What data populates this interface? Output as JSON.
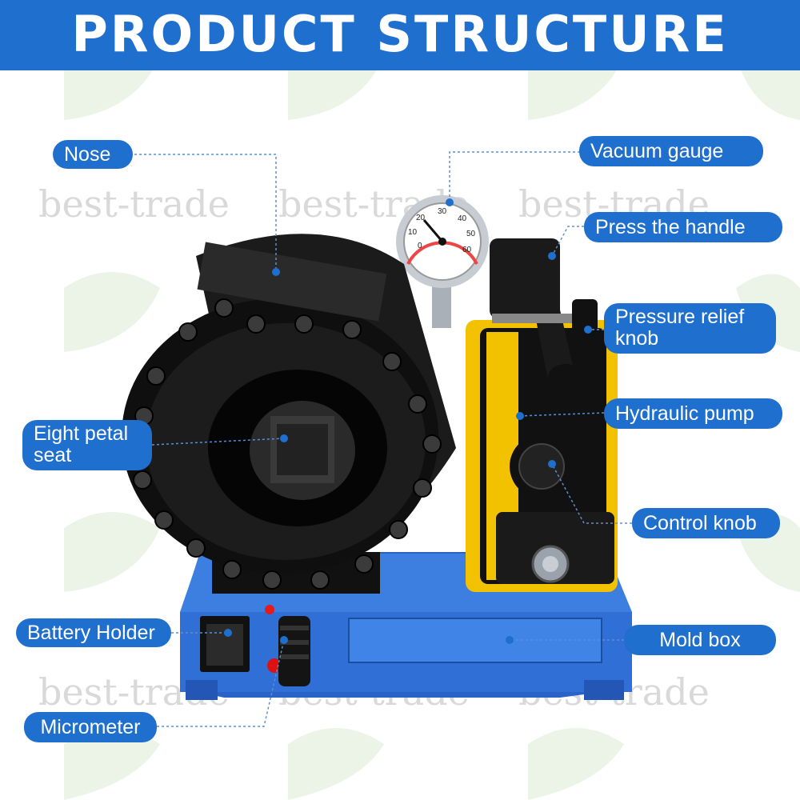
{
  "header": {
    "title": "PRODUCT STRUCTURE",
    "background_color": "#1f6fcf"
  },
  "watermark": {
    "text": "best-trade",
    "logo_icon": "leaf-logo-icon"
  },
  "labels": {
    "nose": "Nose",
    "vacuum_gauge": "Vacuum gauge",
    "press_handle": "Press the handle",
    "pressure_relief_line1": "Pressure relief",
    "pressure_relief_line2": "knob",
    "eight_petal_line1": "Eight petal",
    "eight_petal_line2": "seat",
    "hydraulic_pump": "Hydraulic pump",
    "control_knob": "Control knob",
    "battery_holder": "Battery Holder",
    "mold_box": "Mold box",
    "micrometer": "Micrometer"
  },
  "gauge": {
    "ticks": [
      "0",
      "10",
      "20",
      "30",
      "40",
      "50",
      "60"
    ]
  },
  "colors": {
    "label_bg": "#1f6fcf",
    "base_blue": "#2a63c8",
    "pump_yellow": "#f2c200",
    "crimper_black": "#151515"
  }
}
